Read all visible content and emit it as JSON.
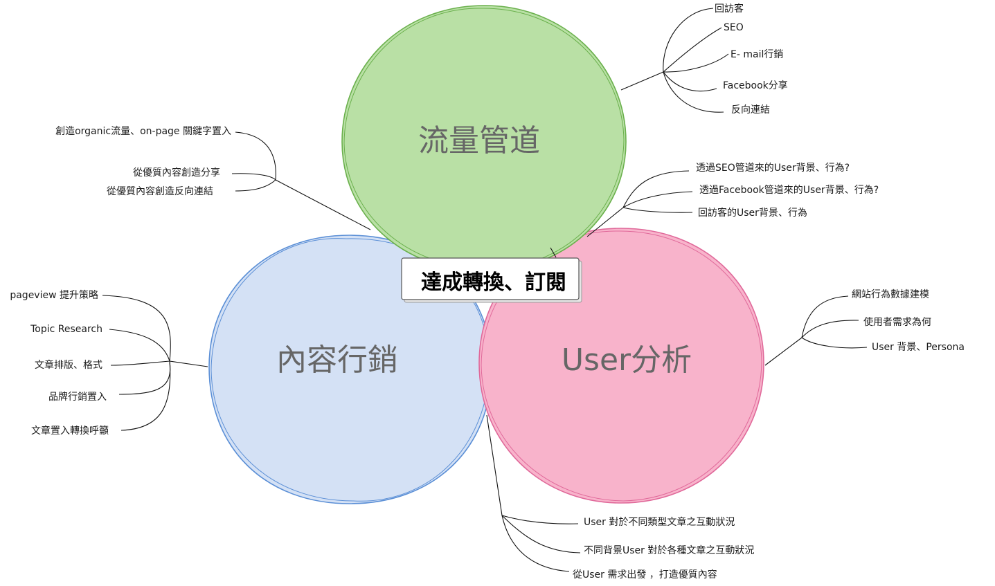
{
  "center": {
    "label": "達成轉換、訂閱"
  },
  "circles": [
    {
      "id": "traffic",
      "label": "流量管道",
      "fill": "#b9e0a5",
      "stroke": "#6ab04c",
      "branches": [
        "回訪客",
        "SEO",
        "E- mail行銷",
        "Facebook分享",
        "反向連結"
      ]
    },
    {
      "id": "content",
      "label": "內容行銷",
      "fill": "#d4e1f5",
      "stroke": "#5b8fd6",
      "branches": [
        "pageview 提升策略",
        "Topic Research",
        "文章排版、格式",
        "品牌行銷置入",
        "文章置入轉換呼籲"
      ]
    },
    {
      "id": "user",
      "label": "User分析",
      "fill": "#f8b3cb",
      "stroke": "#e0699a",
      "branches": [
        "網站行為數據建模",
        "使用者需求為何",
        "User 背景、Persona"
      ]
    }
  ],
  "groups": {
    "traffic_content": [
      "創造organic流量、on-page 關鍵字置入",
      "從優質內容創造分享",
      "從優質內容創造反向連結"
    ],
    "traffic_user": [
      "透過SEO管道來的User背景、行為?",
      "透過Facebook管道來的User背景、行為?",
      "回訪客的User背景、行為"
    ],
    "content_user": [
      "User 對於不同類型文章之互動狀況",
      "不同背景User 對於各種文章之互動狀況",
      "從User 需求出發 ，打造優質內容"
    ]
  }
}
